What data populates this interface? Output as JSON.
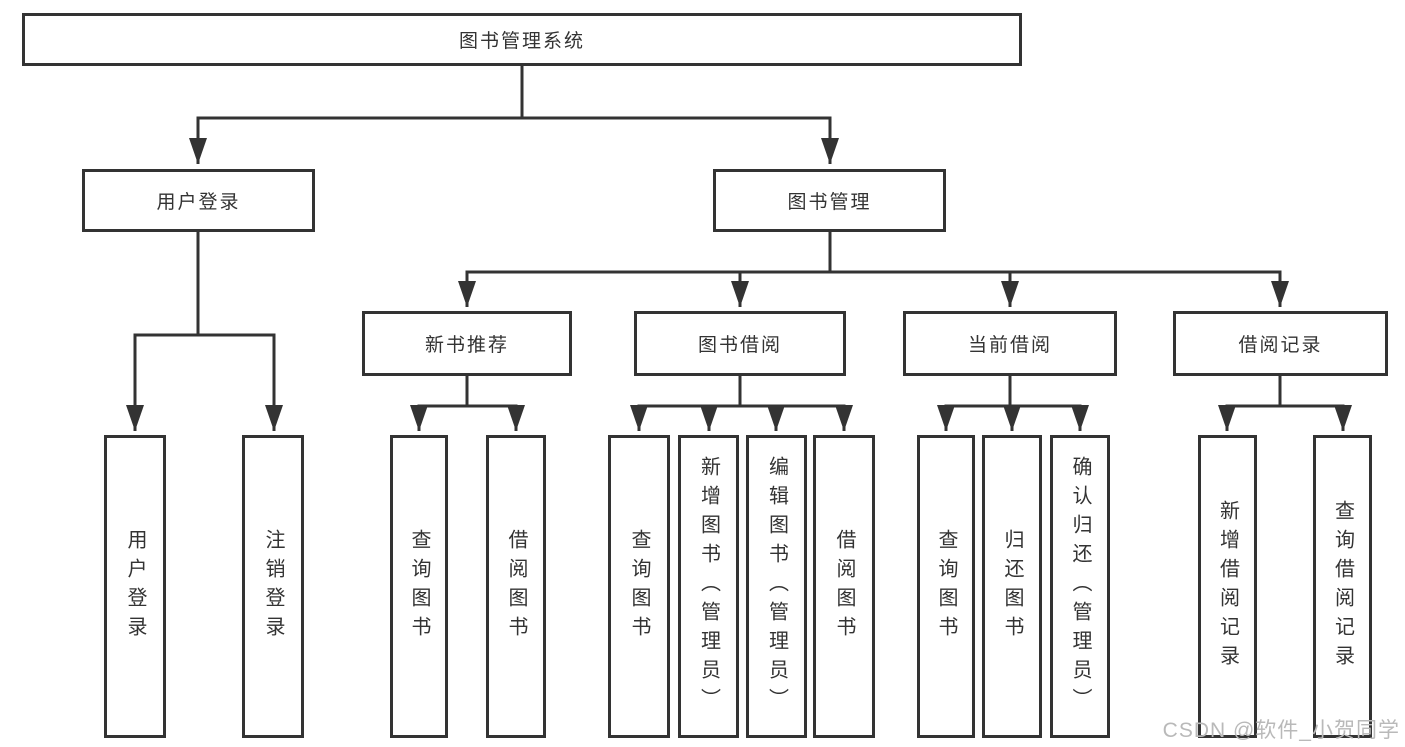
{
  "colors": {
    "line": "#333333",
    "border": "#333333",
    "text": "#333333",
    "watermark": "#b9b9b9",
    "background": "#ffffff"
  },
  "watermark": {
    "text": "CSDN @软件_小贺同学"
  },
  "tree": {
    "root": {
      "label": "图书管理系统"
    },
    "user_login": {
      "label": "用户登录",
      "leaves": [
        "用户登录",
        "注销登录"
      ]
    },
    "book_mgmt": {
      "label": "图书管理",
      "groups": [
        {
          "label": "新书推荐",
          "leaves": [
            "查询图书",
            "借阅图书"
          ]
        },
        {
          "label": "图书借阅",
          "leaves": [
            "查询图书",
            "新增图书（管理员）",
            "编辑图书（管理员）",
            "借阅图书"
          ]
        },
        {
          "label": "当前借阅",
          "leaves": [
            "查询图书",
            "归还图书",
            "确认归还（管理员）"
          ]
        },
        {
          "label": "借阅记录",
          "leaves": [
            "新增借阅记录",
            "查询借阅记录"
          ]
        }
      ]
    }
  }
}
